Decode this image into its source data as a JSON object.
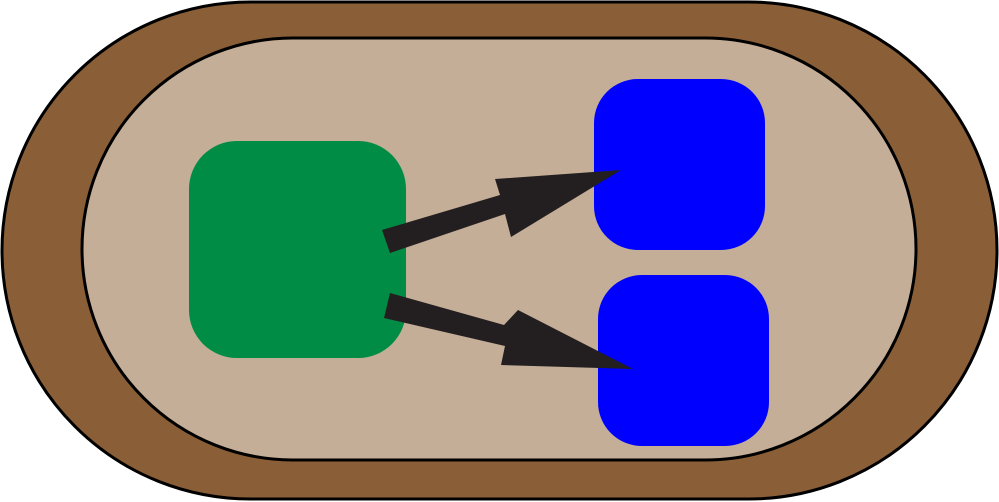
{
  "diagram": {
    "type": "node-link",
    "colors": {
      "outer_shell": "#8a5f38",
      "inner_field": "#c4ae97",
      "outline": "#000000",
      "source_node": "#008c44",
      "target_node": "#0000ff",
      "arrow": "#231f20",
      "background": "#ffffff"
    },
    "nodes": [
      {
        "id": "source",
        "role": "source",
        "label": ""
      },
      {
        "id": "target-top",
        "role": "target",
        "label": ""
      },
      {
        "id": "target-bottom",
        "role": "target",
        "label": ""
      }
    ],
    "edges": [
      {
        "from": "source",
        "to": "target-top"
      },
      {
        "from": "source",
        "to": "target-bottom"
      }
    ]
  }
}
